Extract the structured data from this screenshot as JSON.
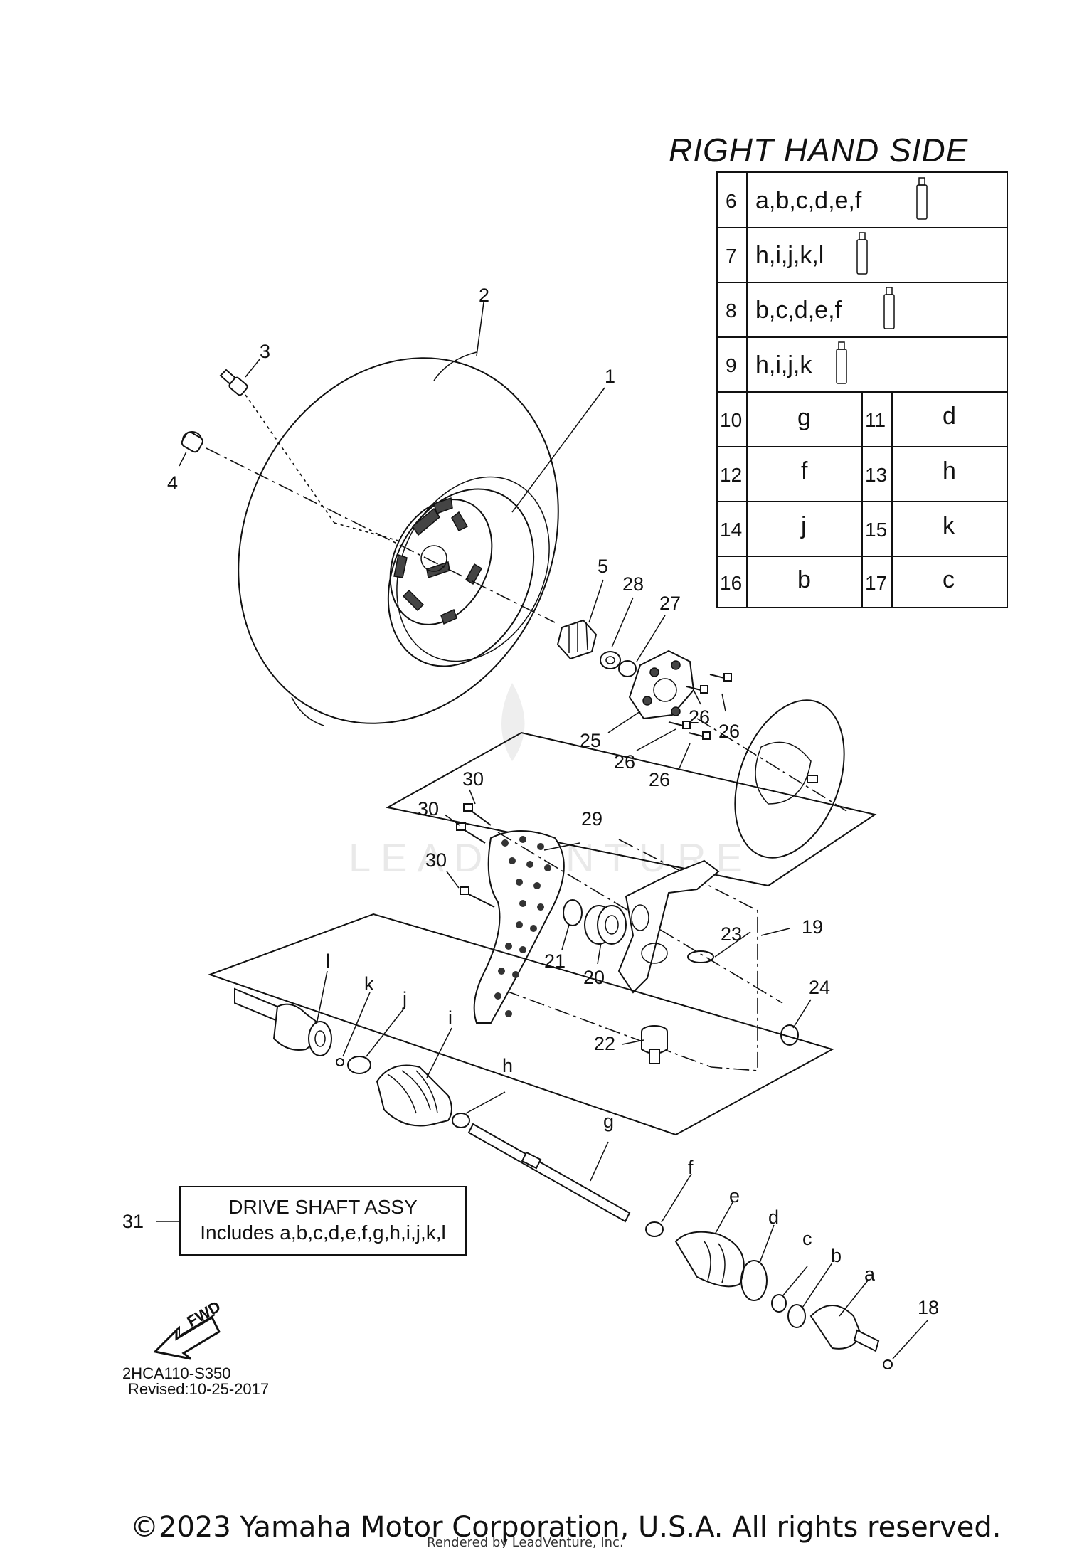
{
  "title": "RIGHT HAND SIDE",
  "table": {
    "full_rows": [
      {
        "num": "6",
        "parts": "a,b,c,d,e,f"
      },
      {
        "num": "7",
        "parts": "h,i,j,k,l"
      },
      {
        "num": "8",
        "parts": "b,c,d,e,f"
      },
      {
        "num": "9",
        "parts": "h,i,j,k"
      }
    ],
    "pair_rows": [
      {
        "num1": "10",
        "val1": "g",
        "num2": "11",
        "val2": "d"
      },
      {
        "num1": "12",
        "val1": "f",
        "num2": "13",
        "val2": "h"
      },
      {
        "num1": "14",
        "val1": "j",
        "num2": "15",
        "val2": "k"
      },
      {
        "num1": "16",
        "val1": "b",
        "num2": "17",
        "val2": "c"
      }
    ]
  },
  "callouts": {
    "c1": "1",
    "c2": "2",
    "c3": "3",
    "c4": "4",
    "c5": "5",
    "c28": "28",
    "c27": "27",
    "c26a": "26",
    "c26b": "26",
    "c26c": "26",
    "c26d": "26",
    "c25": "25",
    "c30a": "30",
    "c30b": "30",
    "c30c": "30",
    "c29": "29",
    "c19": "19",
    "c23": "23",
    "c21": "21",
    "c20": "20",
    "c24": "24",
    "c22": "22",
    "cl": "l",
    "ck": "k",
    "cj": "j",
    "ci": "i",
    "ch": "h",
    "cg": "g",
    "cf": "f",
    "ce": "e",
    "cd": "d",
    "cc": "c",
    "cb": "b",
    "ca": "a",
    "c18": "18",
    "c31": "31"
  },
  "drive_shaft_box": {
    "line1": "DRIVE SHAFT ASSY",
    "line2": "Includes a,b,c,d,e,f,g,h,i,j,k,l"
  },
  "fwd_label": "FWD",
  "diagram_code": "2HCA110-S350",
  "revised": "Revised:10-25-2017",
  "watermark": "LEADVENTURE",
  "copyright": "©2023 Yamaha Motor Corporation, U.S.A. All rights reserved.",
  "rendered_by": "Rendered by LeadVenture, Inc."
}
